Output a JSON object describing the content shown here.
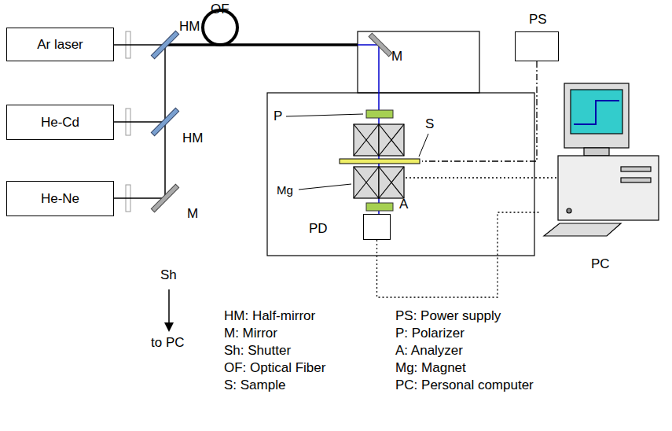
{
  "diagram": {
    "nodes": [
      {
        "text": [
          "Ar laser"
        ]
      },
      {
        "text": [
          "He-Cd"
        ]
      },
      {
        "text": [
          "He-Ne"
        ]
      },
      {
        "text": [
          "PS"
        ]
      },
      {
        "text": [
          "PD"
        ]
      },
      {
        "text": [
          "PC"
        ]
      }
    ],
    "edges": [
      {
        "from": 4,
        "to": 5,
        "arrow": "none"
      }
    ],
    "labels": [
      "OF",
      "HM",
      "M",
      "P",
      "S",
      "HM",
      "Mg",
      "A",
      "M",
      "Sh",
      "to PC",
      "HM: Half-mirror",
      "PS: Power supply",
      "M: Mirror",
      "P: Polarizer",
      "Sh: Shutter",
      "A: Analyzer",
      "OF: Optical Fiber",
      "Mg: Magnet",
      "S: Sample",
      "PC: Personal computer"
    ]
  }
}
